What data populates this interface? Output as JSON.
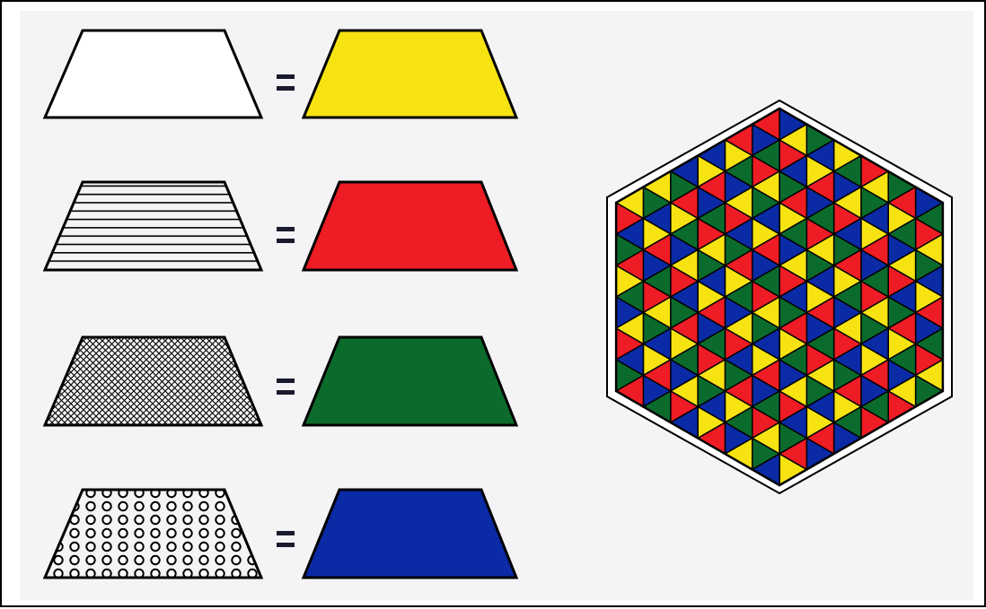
{
  "title": "",
  "legend": {
    "equals_symbol": "=",
    "rows": [
      {
        "pattern": "plain",
        "color_name": "yellow",
        "color": "#f7e312"
      },
      {
        "pattern": "horizontal-lines",
        "color_name": "red",
        "color": "#ee1c24"
      },
      {
        "pattern": "cross-hatch",
        "color_name": "green",
        "color": "#0b6b2c"
      },
      {
        "pattern": "circles",
        "color_name": "blue",
        "color": "#0a2aa6"
      }
    ]
  },
  "mosaic": {
    "shape": "hexagon",
    "tile_shape": "trapezoid",
    "colors": {
      "yellow": "#f7e312",
      "red": "#ee1c24",
      "green": "#0b6b2c",
      "blue": "#0a2aa6",
      "outline": "#000000"
    }
  }
}
